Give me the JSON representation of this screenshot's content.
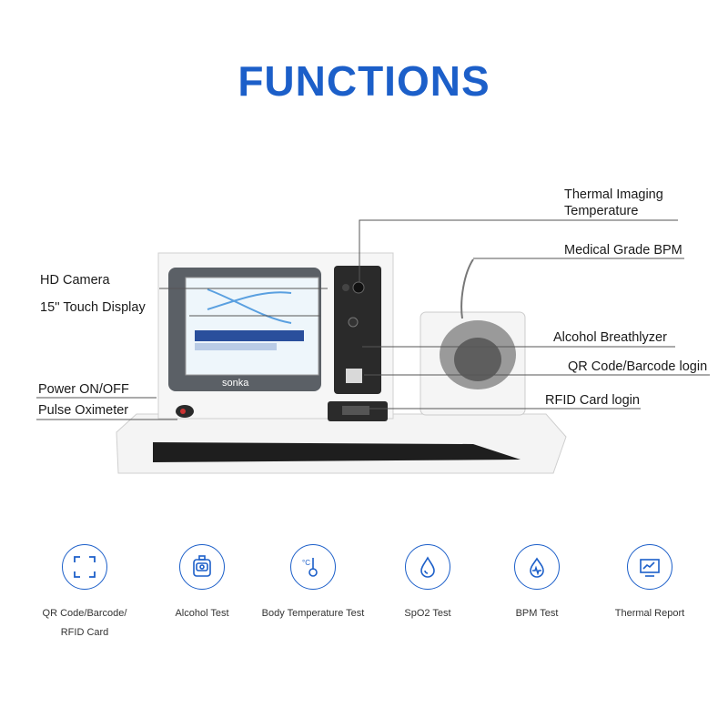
{
  "title": "FUNCTIONS",
  "colors": {
    "accent": "#1c5fc9",
    "line": "#555555"
  },
  "device": {
    "brand": "sonka",
    "screen_title": "Pre-work Health Checkup Machine",
    "screen_subtitle": "Ensure your health and safety"
  },
  "callouts": {
    "thermal_line1": "Thermal Imaging",
    "thermal_line2": "Temperature",
    "medical_bpm": "Medical Grade BPM",
    "hd_camera": "HD Camera",
    "touch_display": "15'' Touch Display",
    "alcohol": "Alcohol Breathlyzer",
    "qr_login": "QR Code/Barcode login",
    "power": "Power ON/OFF",
    "pulse": "Pulse Oximeter",
    "rfid": "RFID Card login"
  },
  "features": [
    {
      "icon": "scan-frame-icon",
      "line1": "QR Code/Barcode/",
      "line2": "RFID Card"
    },
    {
      "icon": "breathalyzer-icon",
      "line1": "Alcohol Test",
      "line2": ""
    },
    {
      "icon": "thermometer-icon",
      "line1": "Body Temperature Test",
      "line2": ""
    },
    {
      "icon": "drop-icon",
      "line1": "SpO2 Test",
      "line2": ""
    },
    {
      "icon": "heart-pulse-icon",
      "line1": "BPM Test",
      "line2": ""
    },
    {
      "icon": "report-chart-icon",
      "line1": "Thermal Report",
      "line2": ""
    }
  ]
}
